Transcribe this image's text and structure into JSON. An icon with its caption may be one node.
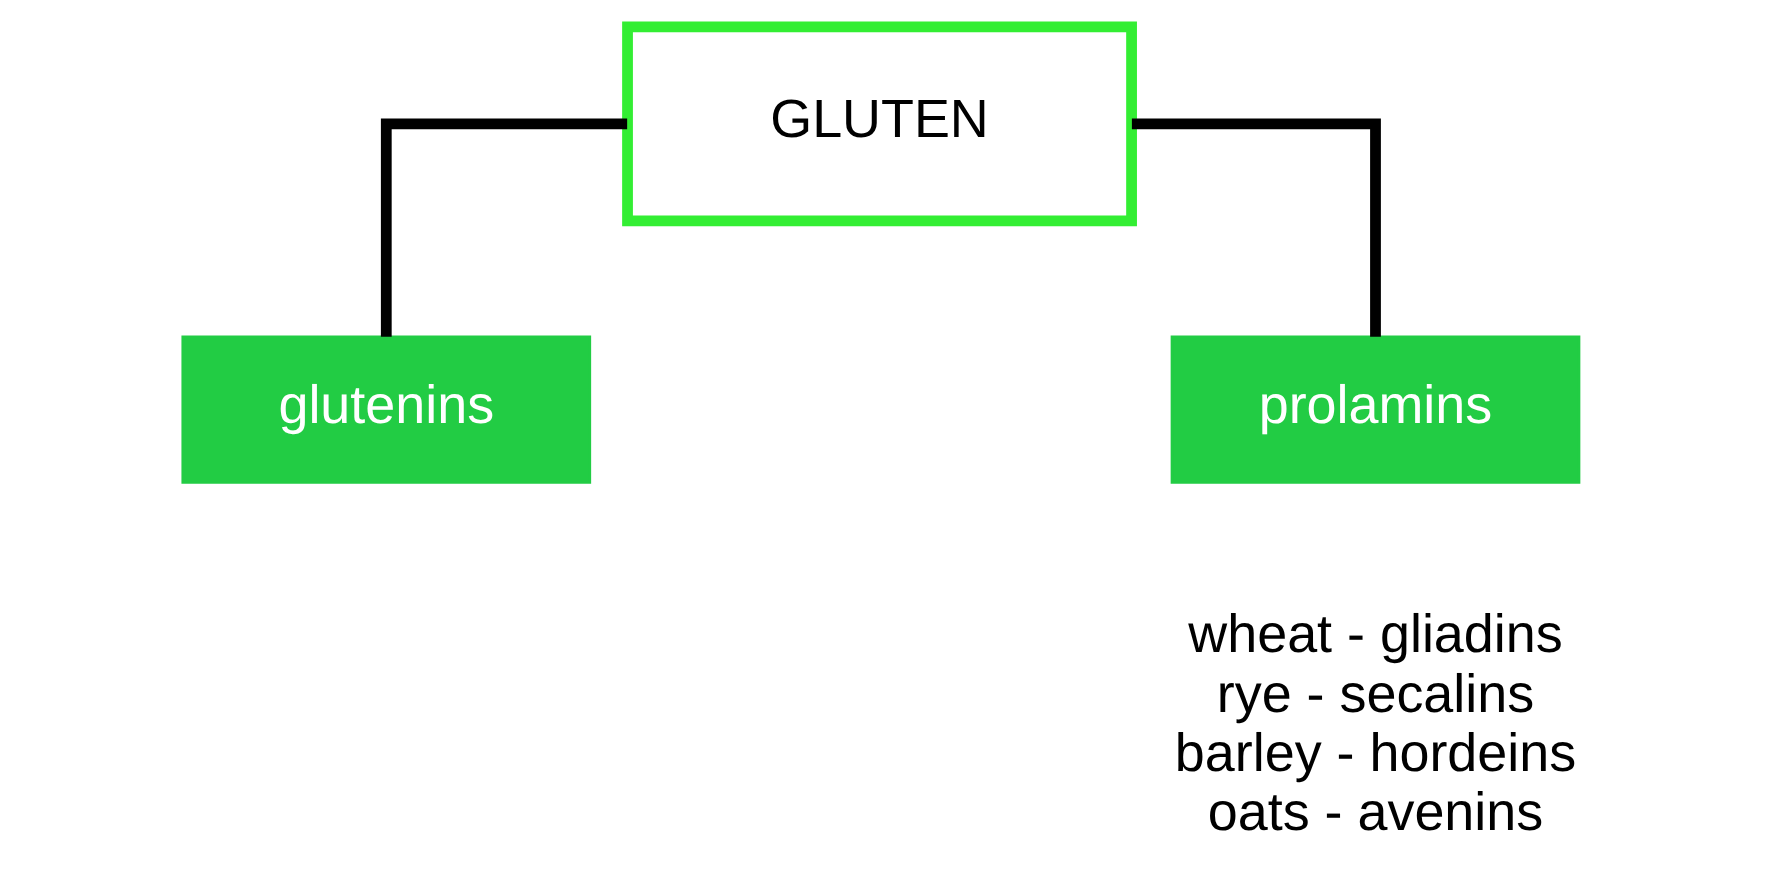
{
  "diagram": {
    "nodes": [
      {
        "text": [
          "GLUTEN"
        ]
      },
      {
        "text": [
          "glutenins"
        ]
      },
      {
        "text": [
          "prolamins"
        ],
        "beside": [
          "wheat - gliadins",
          "rye - secalins",
          "barley - hordeins",
          "oats - avenins"
        ]
      }
    ],
    "edges": [
      {
        "from": 0,
        "to": 1,
        "arrow": "none"
      },
      {
        "from": 0,
        "to": 2,
        "arrow": "none"
      }
    ]
  }
}
